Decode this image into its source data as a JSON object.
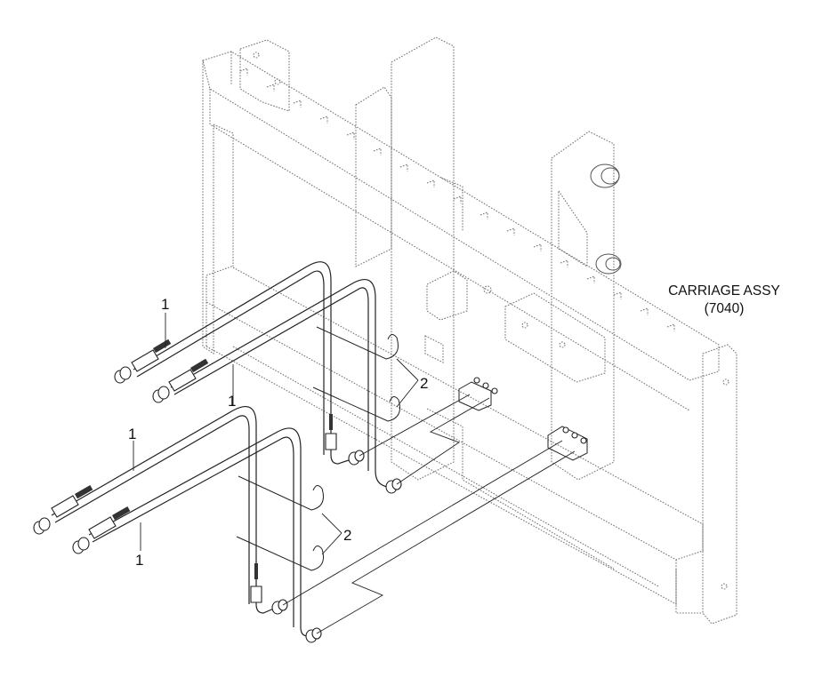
{
  "assembly": {
    "title_line1": "CARRIAGE ASSY",
    "title_line2": "(7040)"
  },
  "callouts": [
    {
      "id": "hose-1-upper-a",
      "text": "1"
    },
    {
      "id": "hose-1-upper-b",
      "text": "1"
    },
    {
      "id": "hose-1-lower-a",
      "text": "1"
    },
    {
      "id": "hose-1-lower-b",
      "text": "1"
    },
    {
      "id": "clamp-2-upper",
      "text": "2"
    },
    {
      "id": "clamp-2-lower",
      "text": "2"
    }
  ]
}
